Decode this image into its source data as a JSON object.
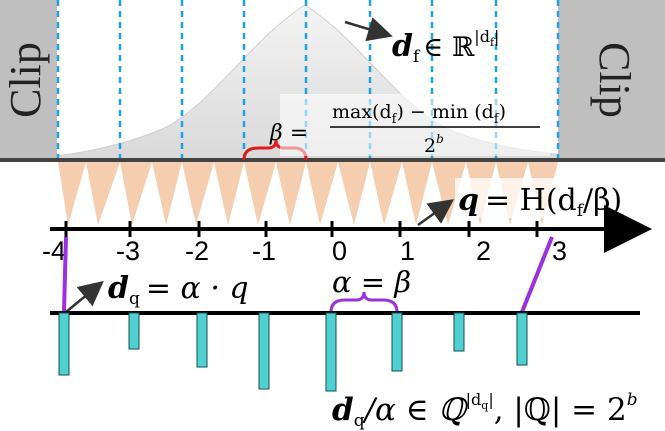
{
  "clip": {
    "left_label": "Clip",
    "right_label": "Clip",
    "color": "#bfbfbf"
  },
  "formulas": {
    "df_symbol": "d",
    "df_sub": "f",
    "df_in": "∈ ℝ",
    "df_sup": "|d",
    "df_sup_sub": "f",
    "df_sup_end": "|",
    "beta_lhs": "β =",
    "beta_numerator": "max(d",
    "beta_num_sub1": "f",
    "beta_num_mid": ") − min (d",
    "beta_num_sub2": "f",
    "beta_num_end": ")",
    "beta_denominator": "2",
    "beta_denominator_sup": "b",
    "q_lhs": "q",
    "q_rhs": "= H(d",
    "q_sub": "f",
    "q_end": "/β)",
    "dq_lhs": "d",
    "dq_sub": "q",
    "dq_rhs": "= α · q",
    "alpha_eq": "α = β",
    "bottom_lhs": "d",
    "bottom_sub": "q",
    "bottom_mid": "/α ∈ ℚ",
    "bottom_sup": "|d",
    "bottom_sup_sub": "q",
    "bottom_sup_end": "|",
    "bottom_card": ", |ℚ| = 2",
    "bottom_card_sup": "b"
  },
  "axis": {
    "ticks": [
      "-4",
      "-3",
      "-2",
      "-1",
      "0",
      "1",
      "2",
      "3"
    ]
  },
  "bars": {
    "heights": [
      62,
      36,
      54,
      76,
      78,
      58,
      38,
      52
    ],
    "color": "#4fd1d1"
  },
  "colors": {
    "curve_fill": "#e6e6e6",
    "triangle_fill": "#f4c9a8",
    "dashed_line": "#1aa3e6",
    "brace_red": "#e01b1b",
    "brace_purple": "#9b30e0",
    "axis": "#000000"
  }
}
